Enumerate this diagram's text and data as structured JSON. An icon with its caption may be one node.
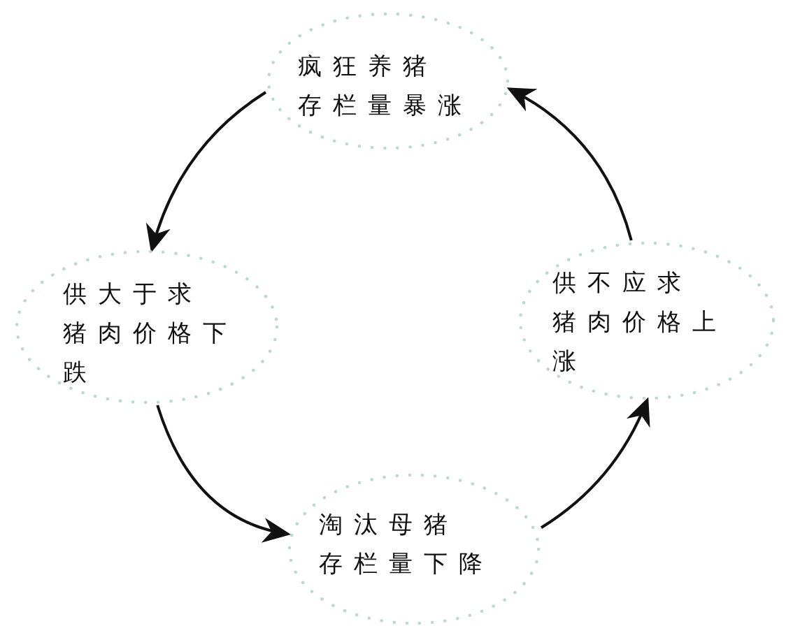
{
  "diagram": {
    "nodes": [
      {
        "text": [
          "疯狂养猪",
          "存栏量暴涨"
        ]
      },
      {
        "text": [
          "供大于求",
          "猪肉价格下跌"
        ]
      },
      {
        "text": [
          "淘汰母猪",
          "存栏量下降"
        ]
      },
      {
        "text": [
          "供不应求",
          "猪肉价格上涨"
        ]
      }
    ],
    "edges": [
      {
        "from": 0,
        "to": 1,
        "arrow": "to"
      },
      {
        "from": 1,
        "to": 2,
        "arrow": "to"
      },
      {
        "from": 2,
        "to": 3,
        "arrow": "to"
      },
      {
        "from": 3,
        "to": 0,
        "arrow": "to"
      }
    ]
  }
}
